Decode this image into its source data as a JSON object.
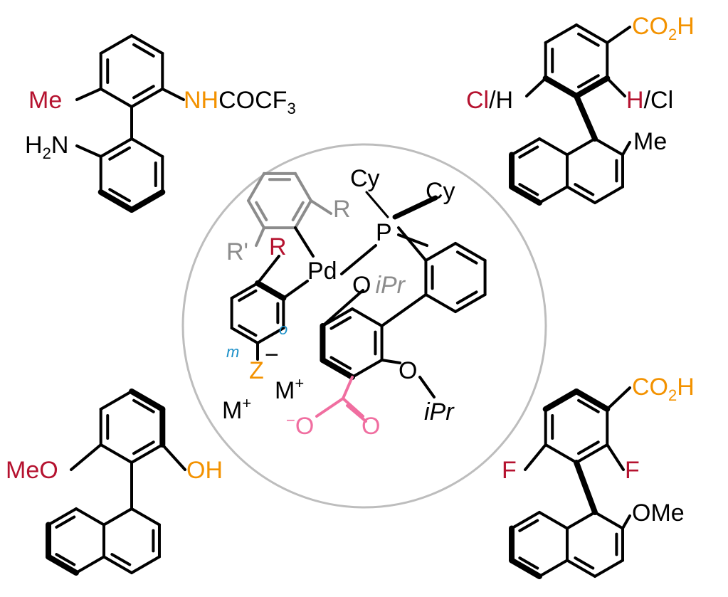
{
  "colors": {
    "black": "#000000",
    "red": "#b5122f",
    "orange": "#f39200",
    "pink": "#f06ea0",
    "gray": "#8c8c8c",
    "blue": "#1a8fc8",
    "circle": "#bdbdbd"
  },
  "top_left": {
    "me": "Me",
    "nh": "NH",
    "cocf": "COCF",
    "sub3": "3",
    "h": "H",
    "sub2": "2",
    "n": "N"
  },
  "top_right": {
    "co": "CO",
    "sub2": "2",
    "h": "H",
    "cl_left": "Cl",
    "slash_h": "/H",
    "h_right": "H",
    "slash_cl": "/Cl",
    "me": "Me"
  },
  "bottom_left": {
    "meo": "MeO",
    "oh": "OH"
  },
  "bottom_right": {
    "co": "CO",
    "sub2": "2",
    "h": "H",
    "f_left": "F",
    "f_right": "F",
    "ome": "OMe"
  },
  "center": {
    "r_gray": "R",
    "r_prime": "R'",
    "r_red": "R",
    "pd": "Pd",
    "p": "P",
    "cy1": "Cy",
    "cy2": "Cy",
    "o1": "O",
    "ipr1": "iPr",
    "o2": "O",
    "ipr2": "iPr",
    "z": "Z",
    "minus_z": "−",
    "m_label": "m",
    "o_label": "o",
    "m_plus1": "M",
    "m_plus2": "M",
    "plus": "+",
    "o_minus": "O",
    "minus": "−",
    "o_carbonyl": "O"
  }
}
